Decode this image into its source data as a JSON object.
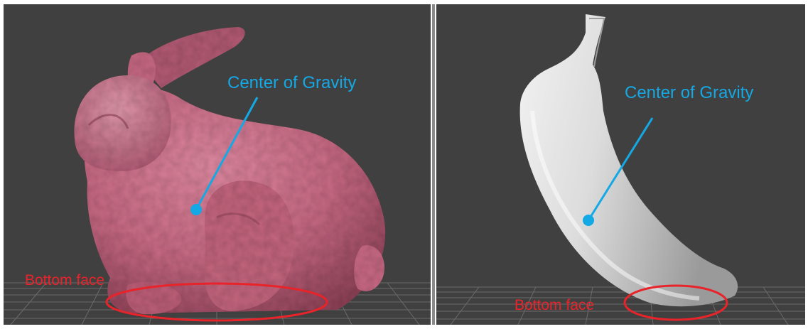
{
  "panels": [
    {
      "object": "bunny",
      "center_label": "Center of Gravity",
      "bottom_label": "Bottom face"
    },
    {
      "object": "banana",
      "center_label": "Center of Gravity",
      "bottom_label": "Bottom face"
    }
  ],
  "colors": {
    "background": "#404040",
    "grid": "#6a6a6a",
    "bunny": "#c96b85",
    "banana": "#dcdcdc",
    "center_marker": "#14a9e4",
    "bottom_marker": "#e8242a",
    "divider": "#8a8a8a"
  }
}
